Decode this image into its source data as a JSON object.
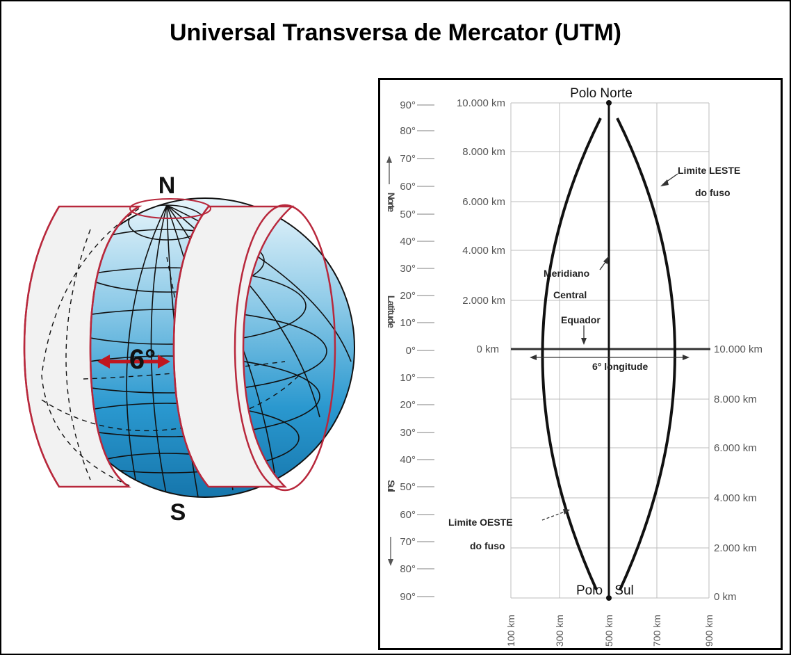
{
  "title": "Universal Transversa de Mercator (UTM)",
  "globe": {
    "north_label": "N",
    "south_label": "S",
    "zone_width_label": "6°"
  },
  "grid": {
    "top_pole": "Polo Norte",
    "bottom_pole_left": "Polo",
    "bottom_pole_right": "Sul",
    "latitudes_north": [
      "90°",
      "80°",
      "70°",
      "60°",
      "50°",
      "40°",
      "30°",
      "20°",
      "10°",
      "0°"
    ],
    "latitudes_south": [
      "10°",
      "20°",
      "30°",
      "40°",
      "50°",
      "60°",
      "70°",
      "80°",
      "90°"
    ],
    "north_km_left": [
      "10.000 km",
      "8.000 km",
      "6.000 km",
      "4.000 km",
      "2.000 km",
      "0 km"
    ],
    "south_km_right": [
      "10.000 km",
      "8.000 km",
      "6.000 km",
      "4.000 km",
      "2.000 km",
      "0 km"
    ],
    "easting_km_bottom": [
      "100 km",
      "300 km",
      "500 km",
      "700 km",
      "900 km"
    ],
    "axis_word_north": "Norte",
    "axis_word_latitude": "Latitude",
    "axis_word_south": "Sul",
    "label_east_limit_1": "Limite LESTE",
    "label_east_limit_2": "do fuso",
    "label_central_meridian_1": "Meridiano",
    "label_central_meridian_2": "Central",
    "label_equator": "Equador",
    "label_longitude": "6° longitude",
    "label_west_limit_1": "Limite OESTE",
    "label_west_limit_2": "do fuso"
  },
  "colors": {
    "cylinder_edge": "#b8283c",
    "globe_light": "#cfe9f6",
    "globe_dark": "#1a86c0",
    "arrow": "#c0161e",
    "grid_line": "#bdbdbd"
  }
}
